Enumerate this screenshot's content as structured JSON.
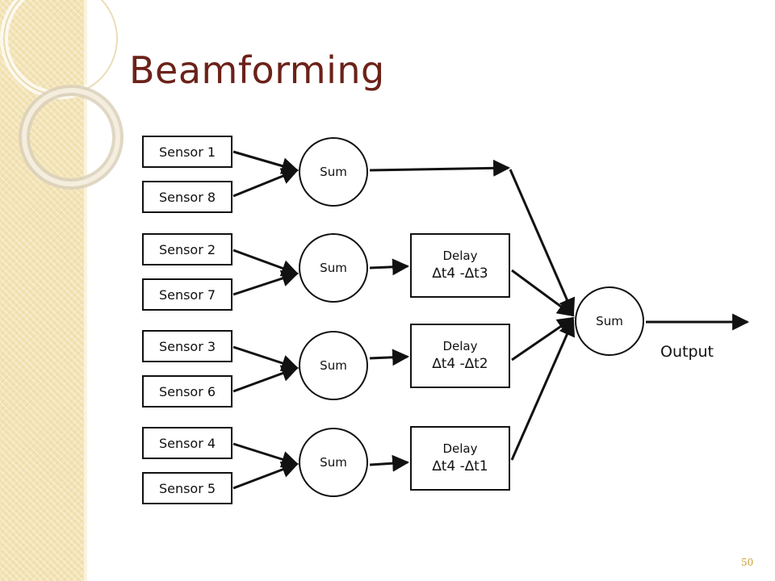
{
  "slide": {
    "title": "Beamforming",
    "page_number": "50"
  },
  "sensors": {
    "s1": "Sensor 1",
    "s8": "Sensor 8",
    "s2": "Sensor 2",
    "s7": "Sensor 7",
    "s3": "Sensor 3",
    "s6": "Sensor 6",
    "s4": "Sensor 4",
    "s5": "Sensor 5"
  },
  "sums": {
    "sum1": "Sum",
    "sum2": "Sum",
    "sum3": "Sum",
    "sum4": "Sum",
    "final": "Sum"
  },
  "delays": {
    "d1": {
      "label": "Delay",
      "expr": "∆t4 -∆t3"
    },
    "d2": {
      "label": "Delay",
      "expr": "∆t4 -∆t2"
    },
    "d3": {
      "label": "Delay",
      "expr": "∆t4 -∆t1"
    }
  },
  "output": {
    "label": "Output"
  },
  "colors": {
    "title": "#6b2219",
    "band": "#f3e3b4",
    "page_number": "#c7a030",
    "stroke": "#111111"
  }
}
